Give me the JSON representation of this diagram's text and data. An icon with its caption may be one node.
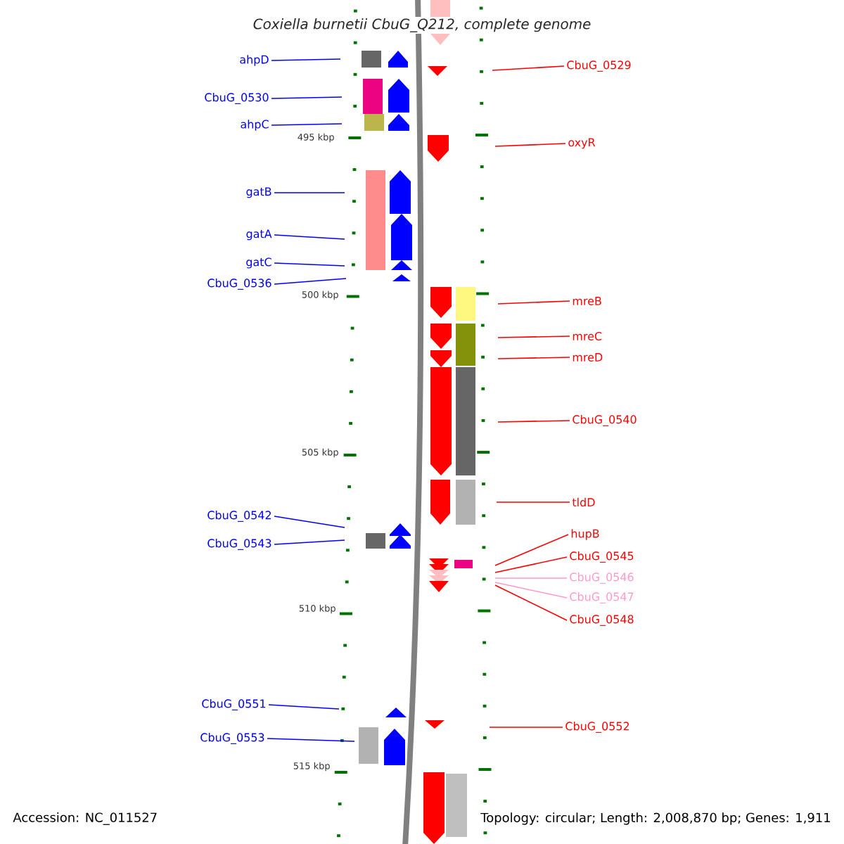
{
  "diagram": {
    "title": "Coxiella burnetii CbuG_Q212, complete genome",
    "nodes": [
      {
        "text": [
          "ahpD"
        ]
      },
      {
        "text": [
          "CbuG_0530"
        ]
      },
      {
        "text": [
          "ahpC"
        ]
      },
      {
        "text": [
          "gatB"
        ]
      },
      {
        "text": [
          "gatA"
        ]
      },
      {
        "text": [
          "gatC"
        ]
      },
      {
        "text": [
          "CbuG_0536"
        ]
      },
      {
        "text": [
          "CbuG_0542"
        ]
      },
      {
        "text": [
          "CbuG_0543"
        ]
      },
      {
        "text": [
          "CbuG_0551"
        ]
      },
      {
        "text": [
          "CbuG_0553"
        ]
      },
      {
        "text": [
          "CbuG_0529"
        ]
      },
      {
        "text": [
          "oxyR"
        ]
      },
      {
        "text": [
          "mreB"
        ]
      },
      {
        "text": [
          "mreC"
        ]
      },
      {
        "text": [
          "mreD"
        ]
      },
      {
        "text": [
          "CbuG_0540"
        ]
      },
      {
        "text": [
          "tldD"
        ]
      },
      {
        "text": [
          "hupB"
        ]
      },
      {
        "text": [
          "CbuG_0545"
        ]
      },
      {
        "text": [
          "CbuG_0546"
        ]
      },
      {
        "text": [
          "CbuG_0547"
        ]
      },
      {
        "text": [
          "CbuG_0548"
        ]
      },
      {
        "text": [
          "CbuG_0552"
        ]
      }
    ],
    "edges": [
      {
        "from": 0,
        "to": null,
        "arrow": "none",
        "color": "#0000ff"
      },
      {
        "from": 1,
        "to": null,
        "arrow": "none",
        "color": "#0000ff"
      },
      {
        "from": 2,
        "to": null,
        "arrow": "none",
        "color": "#0000ff"
      },
      {
        "from": 3,
        "to": null,
        "arrow": "none",
        "color": "#0000ff"
      },
      {
        "from": 4,
        "to": null,
        "arrow": "none",
        "color": "#0000ff"
      },
      {
        "from": 5,
        "to": null,
        "arrow": "none",
        "color": "#0000ff"
      },
      {
        "from": 6,
        "to": null,
        "arrow": "none",
        "color": "#0000ff"
      },
      {
        "from": 7,
        "to": null,
        "arrow": "none",
        "color": "#0000ff"
      },
      {
        "from": 8,
        "to": null,
        "arrow": "none",
        "color": "#0000ff"
      },
      {
        "from": 9,
        "to": null,
        "arrow": "none",
        "color": "#0000ff"
      },
      {
        "from": 10,
        "to": null,
        "arrow": "none",
        "color": "#0000ff"
      },
      {
        "from": 11,
        "to": null,
        "arrow": "none",
        "color": "#ff0000"
      },
      {
        "from": 12,
        "to": null,
        "arrow": "none",
        "color": "#ff0000"
      },
      {
        "from": 13,
        "to": null,
        "arrow": "none",
        "color": "#ff0000"
      },
      {
        "from": 14,
        "to": null,
        "arrow": "none",
        "color": "#ff0000"
      },
      {
        "from": 15,
        "to": null,
        "arrow": "none",
        "color": "#ff0000"
      },
      {
        "from": 16,
        "to": null,
        "arrow": "none",
        "color": "#ff0000"
      },
      {
        "from": 17,
        "to": null,
        "arrow": "none",
        "color": "#ff0000"
      },
      {
        "from": 18,
        "to": null,
        "arrow": "none",
        "color": "#ff0000"
      },
      {
        "from": 19,
        "to": null,
        "arrow": "none",
        "color": "#ff0000"
      },
      {
        "from": 20,
        "to": null,
        "arrow": "none",
        "color": "#ff99cc"
      },
      {
        "from": 21,
        "to": null,
        "arrow": "none",
        "color": "#ff99cc"
      },
      {
        "from": 22,
        "to": null,
        "arrow": "none",
        "color": "#ff0000"
      },
      {
        "from": 23,
        "to": null,
        "arrow": "none",
        "color": "#ff0000"
      }
    ],
    "labels": [
      "495 kbp",
      "500 kbp",
      "505 kbp",
      "510 kbp",
      "515 kbp",
      "Accession: NC_011527",
      "Topology: circular; Length: 2,008,870 bp; Genes: 1,911"
    ]
  }
}
